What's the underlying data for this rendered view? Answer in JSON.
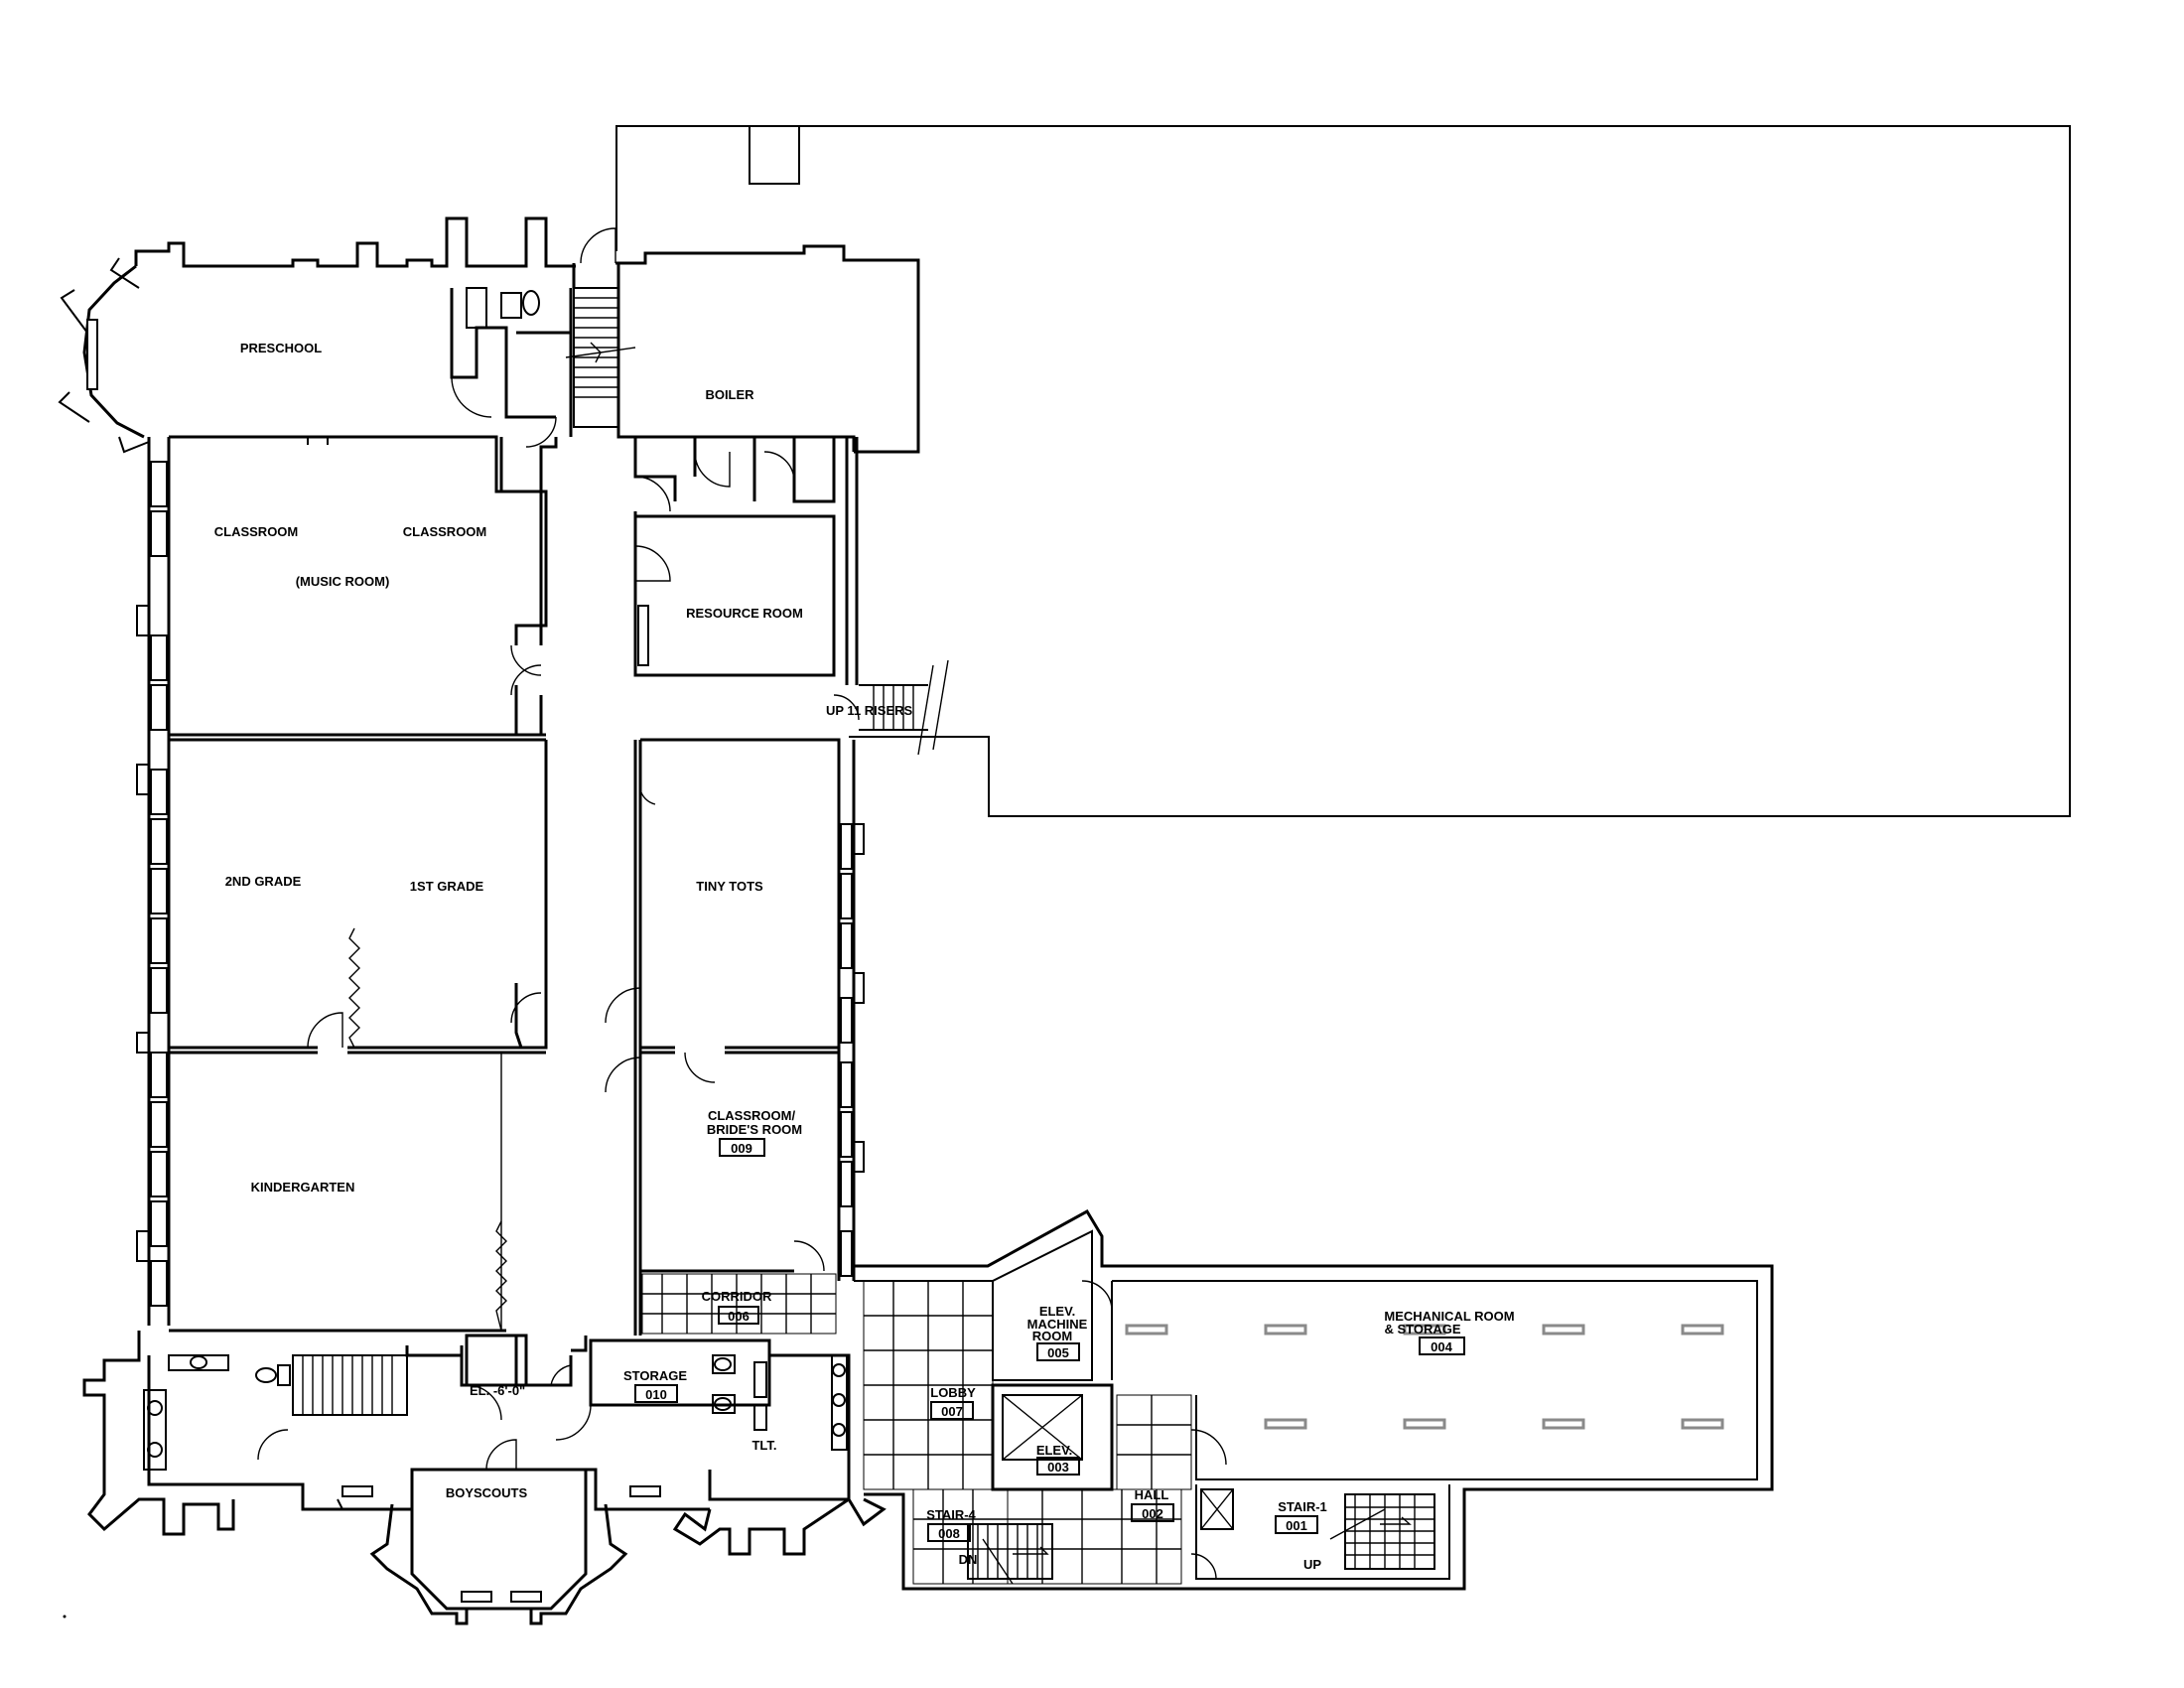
{
  "rooms": {
    "preschool": "PRESCHOOL",
    "boiler": "BOILER",
    "classroom_left": "CLASSROOM",
    "classroom_right": "CLASSROOM",
    "music_room": "(MUSIC ROOM)",
    "resource_room": "RESOURCE ROOM",
    "up_risers": "UP 11 RISERS",
    "second_grade": "2ND GRADE",
    "first_grade": "1ST GRADE",
    "tiny_tots": "TINY TOTS",
    "classroom_brides": "CLASSROOM/",
    "brides_room": "BRIDE'S ROOM",
    "brides_room_no": "009",
    "kindergarten": "KINDERGARTEN",
    "corridor": "CORRIDOR",
    "corridor_no": "006",
    "elev_machine_1": "ELEV.",
    "elev_machine_2": "MACHINE",
    "elev_machine_3": "ROOM",
    "elev_machine_no": "005",
    "mech_room_1": "MECHANICAL ROOM",
    "mech_room_2": "& STORAGE",
    "mech_room_no": "004",
    "storage": "STORAGE",
    "storage_no": "010",
    "elevation_mark": "EL. -6'-0\"",
    "lobby": "LOBBY",
    "lobby_no": "007",
    "elev": "ELEV.",
    "elev_no": "003",
    "tlt": "TLT.",
    "boyscouts": "BOYSCOUTS",
    "hall": "HALL",
    "hall_no": "002",
    "stair4": "STAIR-4",
    "stair4_no": "008",
    "stair4_dn": "DN",
    "stair1": "STAIR-1",
    "stair1_no": "001",
    "stair1_up": "UP"
  }
}
